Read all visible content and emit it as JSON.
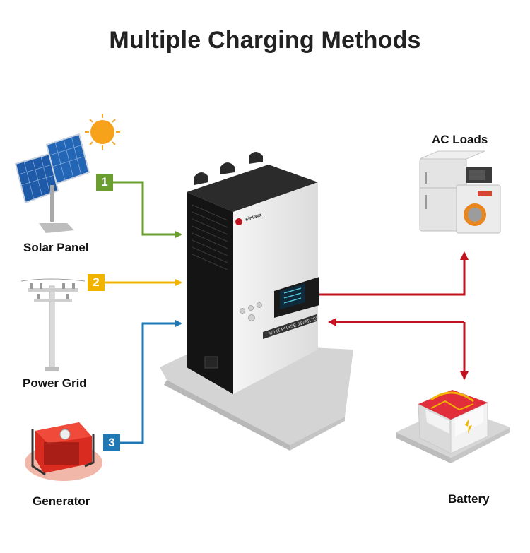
{
  "title": "Multiple Charging Methods",
  "inputs": [
    {
      "label": "Solar Panel",
      "number": "1",
      "color": "#6a9e2f"
    },
    {
      "label": "Power Grid",
      "number": "2",
      "color": "#f0b400"
    },
    {
      "label": "Generator",
      "number": "3",
      "color": "#1f78b4"
    }
  ],
  "outputs": {
    "ac_loads": "AC Loads",
    "battery": "Battery",
    "arrow_color": "#c1121f"
  },
  "inverter": {
    "brand": "sinilwa",
    "model_text": "SPLIT PHASE INVERTER"
  }
}
